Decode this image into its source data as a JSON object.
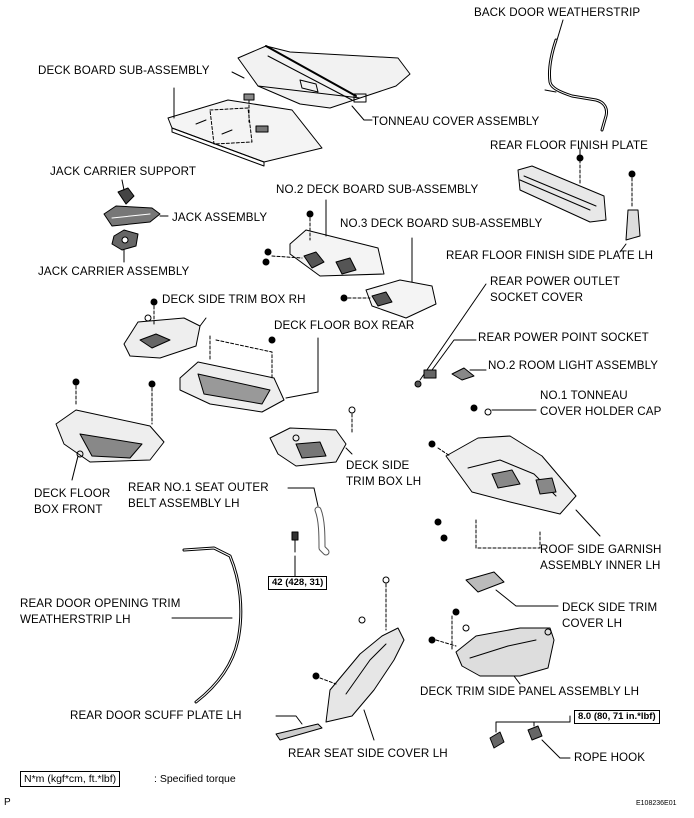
{
  "labels": {
    "back_door_weatherstrip": "BACK DOOR WEATHERSTRIP",
    "deck_board_sub_assembly": "DECK BOARD SUB-ASSEMBLY",
    "tonneau_cover_assembly": "TONNEAU COVER ASSEMBLY",
    "rear_floor_finish_plate": "REAR FLOOR FINISH PLATE",
    "jack_carrier_support": "JACK CARRIER SUPPORT",
    "no2_deck_board_sub_assembly": "NO.2 DECK BOARD SUB-ASSEMBLY",
    "jack_assembly": "JACK ASSEMBLY",
    "no3_deck_board_sub_assembly": "NO.3 DECK BOARD SUB-ASSEMBLY",
    "rear_floor_finish_side_plate_lh": "REAR FLOOR FINISH SIDE PLATE LH",
    "jack_carrier_assembly": "JACK CARRIER ASSEMBLY",
    "rear_power_outlet_socket_cover_1": "REAR POWER OUTLET",
    "rear_power_outlet_socket_cover_2": "SOCKET COVER",
    "deck_side_trim_box_rh": "DECK SIDE TRIM BOX RH",
    "deck_floor_box_rear": "DECK FLOOR BOX REAR",
    "rear_power_point_socket": "REAR POWER POINT SOCKET",
    "no2_room_light_assembly": "NO.2 ROOM LIGHT ASSEMBLY",
    "no1_tonneau_cover_holder_cap_1": "NO.1 TONNEAU",
    "no1_tonneau_cover_holder_cap_2": "COVER HOLDER CAP",
    "deck_side_trim_box_lh_1": "DECK SIDE",
    "deck_side_trim_box_lh_2": "TRIM BOX LH",
    "rear_no1_seat_outer_belt_1": "REAR NO.1 SEAT OUTER",
    "rear_no1_seat_outer_belt_2": "BELT ASSEMBLY LH",
    "deck_floor_box_front_1": "DECK FLOOR",
    "deck_floor_box_front_2": "BOX FRONT",
    "roof_side_garnish_1": "ROOF SIDE GARNISH",
    "roof_side_garnish_2": "ASSEMBLY INNER LH",
    "rear_door_opening_trim_1": "REAR DOOR OPENING TRIM",
    "rear_door_opening_trim_2": "WEATHERSTRIP LH",
    "deck_side_trim_cover_lh_1": "DECK SIDE TRIM",
    "deck_side_trim_cover_lh_2": "COVER LH",
    "deck_trim_side_panel_assembly_lh": "DECK TRIM SIDE PANEL ASSEMBLY LH",
    "rear_door_scuff_plate_lh": "REAR DOOR SCUFF PLATE LH",
    "rear_seat_side_cover_lh": "REAR SEAT SIDE COVER LH",
    "rope_hook": "ROPE HOOK"
  },
  "torques": {
    "belt_bolt": "42 (428, 31)",
    "rope_hook": "8.0 (80, 71 in.*lbf)"
  },
  "legend": {
    "unit_box": "N*m (kgf*cm, ft.*lbf)",
    "description": ": Specified torque"
  },
  "footer": {
    "page_marker": "P",
    "figure_id": "E108236E01"
  }
}
